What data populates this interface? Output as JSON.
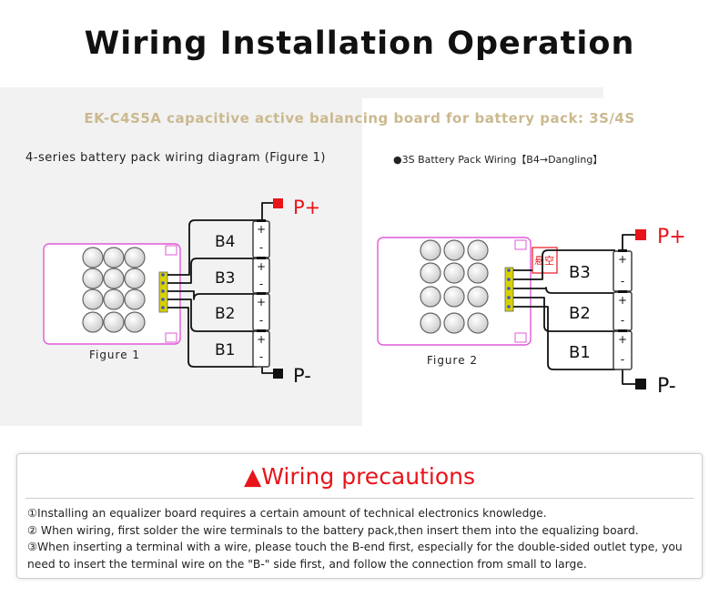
{
  "title": "Wiring Installation Operation",
  "subtitle": "EK-C4S5A  capacitive active balancing board for battery pack: 3S/4S",
  "figure1": {
    "caption_top": "4-series battery pack wiring diagram (Figure 1)",
    "label": "Figure 1",
    "cells": [
      "B4",
      "B3",
      "B2",
      "B1"
    ],
    "positive": "P+",
    "negative": "P-",
    "plus": "+",
    "minus": "-"
  },
  "figure2": {
    "caption_top": "●3S Battery Pack Wiring【B4→Dangling】",
    "label": "Figure 2",
    "cells": [
      "B3",
      "B2",
      "B1"
    ],
    "dangling": "悬空",
    "positive": "P+",
    "negative": "P-",
    "plus": "+",
    "minus": "-"
  },
  "precautions": {
    "title": "▲Wiring precautions",
    "items": [
      "①Installing an equalizer board requires a certain amount of technical electronics knowledge.",
      "② When wiring, first solder the wire terminals to the battery pack,then insert them into the equalizing board.",
      "③When inserting a terminal with a wire, please touch the B-end first, especially for the double-sided outlet type, you need to insert the terminal wire on the \"B-\" side first, and follow the connection from small to large."
    ]
  },
  "colors": {
    "accent_red": "#e8141a",
    "subtitle_gold": "#cbb98f",
    "board_outline": "#e05ad8",
    "connector_yellow": "#d8d000"
  }
}
